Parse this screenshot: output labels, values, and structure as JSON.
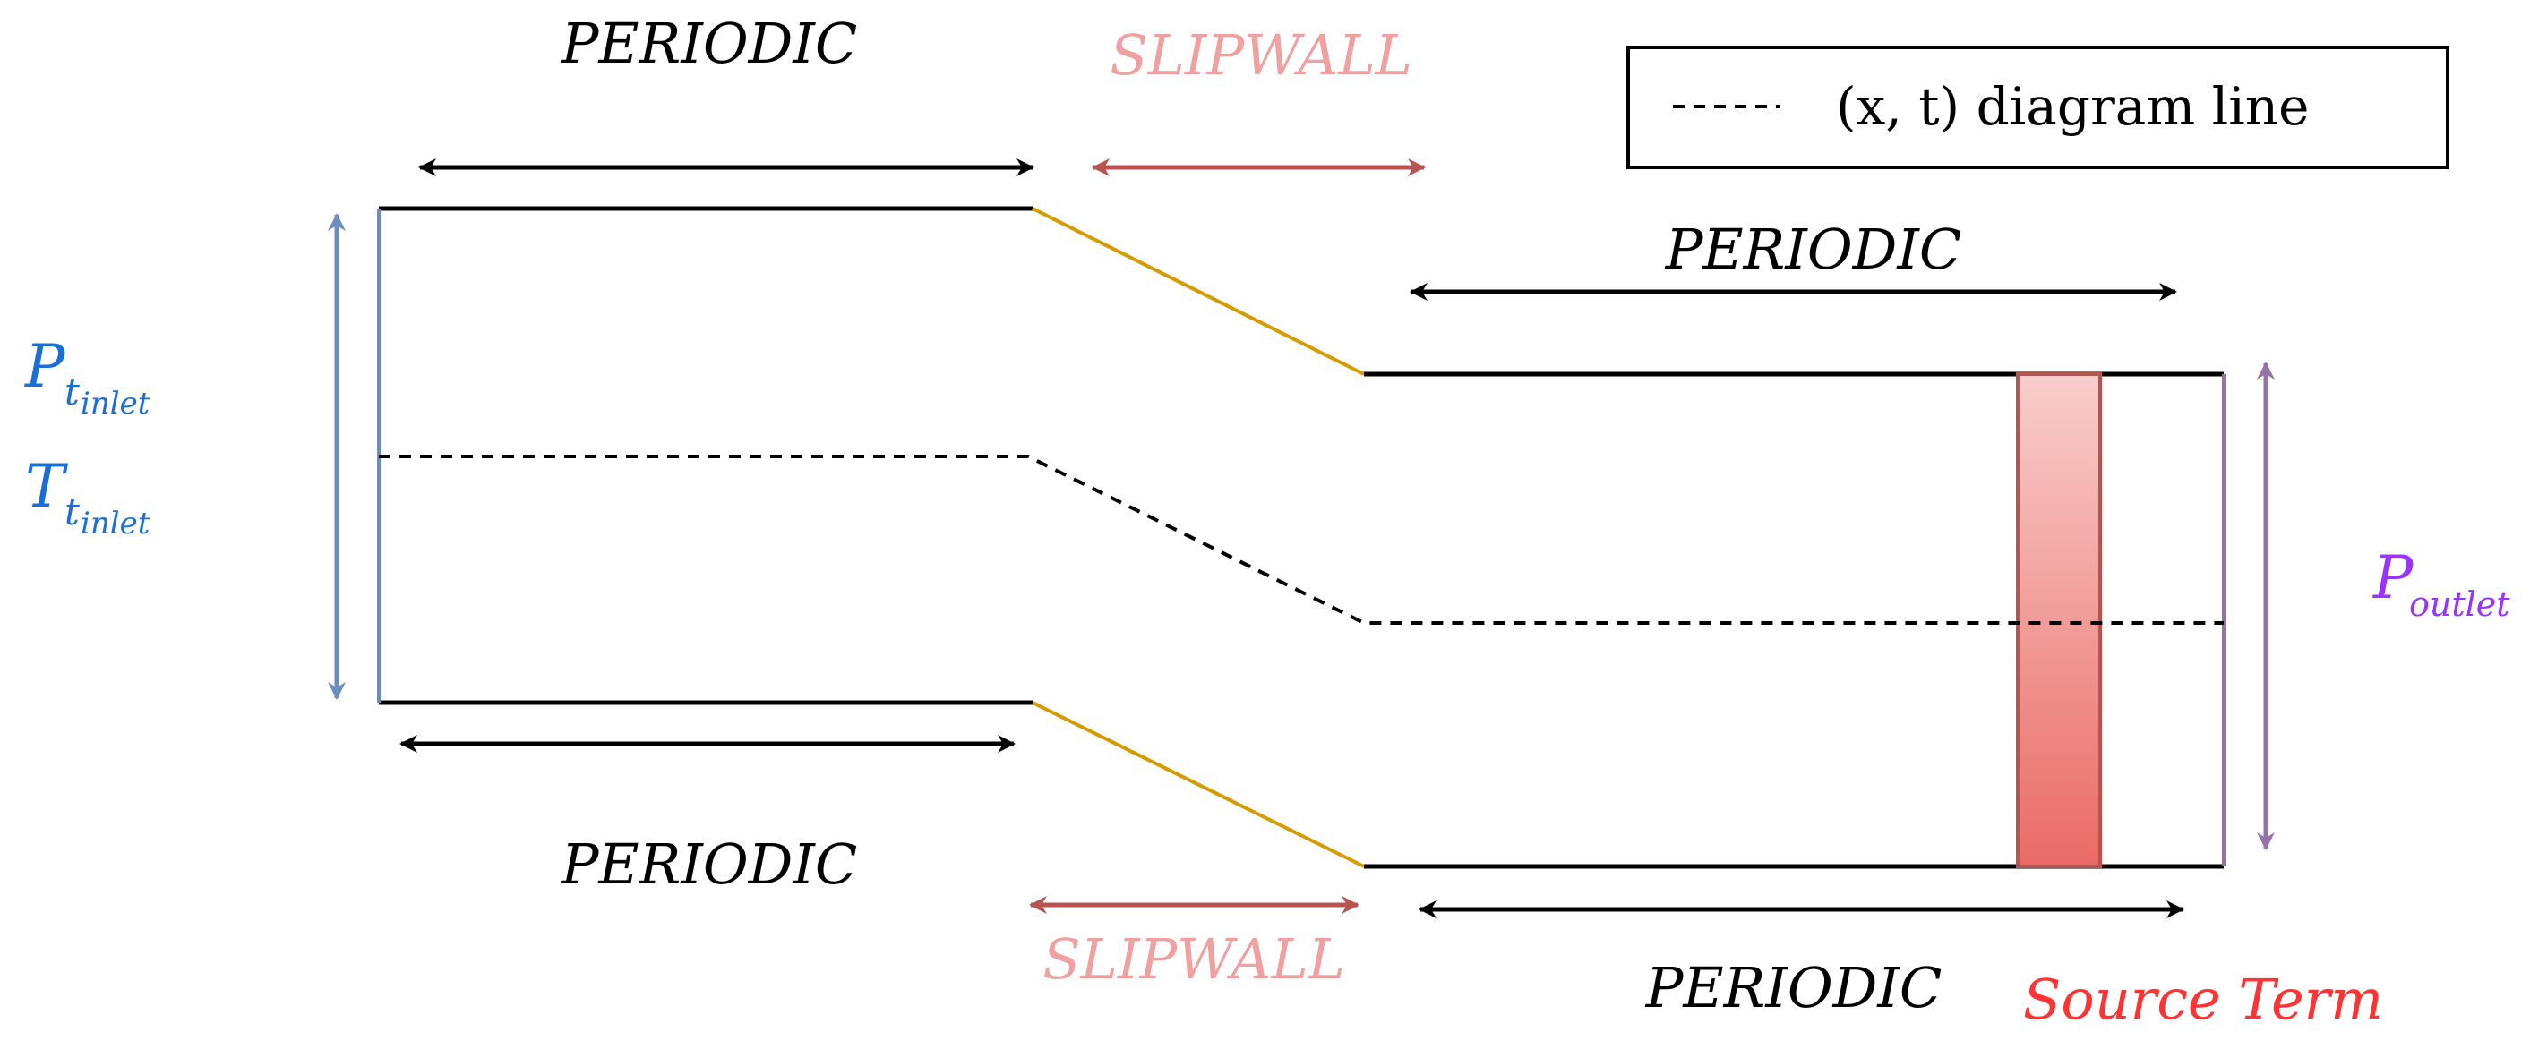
{
  "diagram": {
    "labels": {
      "periodic_top_left": "PERIODIC",
      "slipwall_top": "SLIPWALL",
      "periodic_top_right": "PERIODIC",
      "periodic_bottom_left": "PERIODIC",
      "slipwall_bottom": "SLIPWALL",
      "periodic_bottom_right": "PERIODIC",
      "source_term": "Source Term"
    },
    "inlet": {
      "p_main": "P",
      "p_sub_t": "t",
      "p_sub_inlet": "inlet",
      "t_main": "T",
      "t_sub_t": "t",
      "t_sub_inlet": "inlet"
    },
    "outlet": {
      "p_main": "P",
      "p_sub": "outlet"
    },
    "legend": {
      "line_label": "(x, t) diagram line"
    },
    "colors": {
      "periodic": "#000000",
      "slipwall_label": "#f0a0a0",
      "slipwall_arrow": "#b85450",
      "taper_wall": "#d79b00",
      "inlet": "#6c8ebf",
      "inlet_label": "#1a6fd6",
      "outlet": "#9673a6",
      "outlet_label": "#9933ff",
      "source_term_label": "#ff3333",
      "source_term_fill_top": "#f8cecc",
      "source_term_fill_bottom": "#ea6b66",
      "source_term_stroke": "#b85450"
    }
  }
}
